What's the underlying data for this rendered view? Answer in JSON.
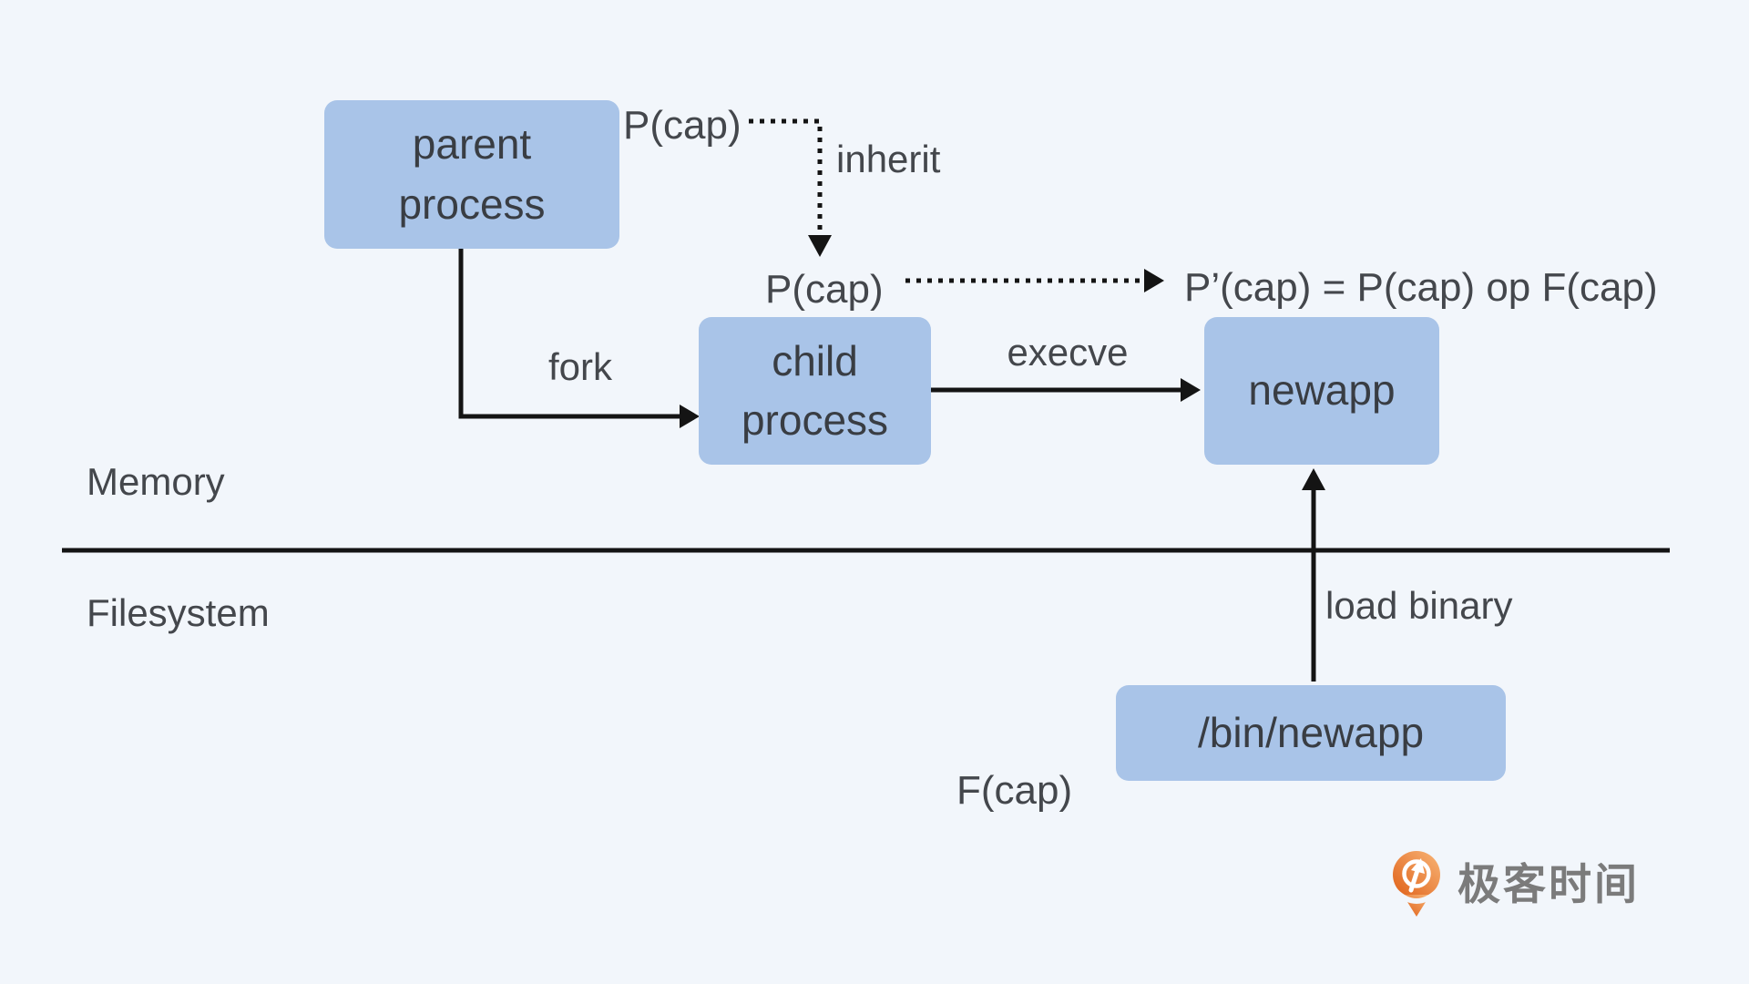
{
  "colors": {
    "background": "#f2f6fb",
    "box_fill": "#a9c4e8",
    "box_text": "#393d43",
    "label_text": "#44474c",
    "line": "#141414",
    "logo_orange_light": "#f8b577",
    "logo_orange_dark": "#df5f16",
    "logo_text": "#7b7b7b"
  },
  "boxes": {
    "parent": {
      "line1": "parent",
      "line2": "process"
    },
    "child": {
      "line1": "child",
      "line2": "process"
    },
    "newapp": {
      "label": "newapp"
    },
    "bin_newapp": {
      "label": "/bin/newapp"
    }
  },
  "labels": {
    "pcap_parent": "P(cap)",
    "inherit": "inherit",
    "pcap_child": "P(cap)",
    "formula": "P’(cap) = P(cap) op F(cap)",
    "fork": "fork",
    "execve": "execve",
    "load_binary": "load binary",
    "fcap": "F(cap)",
    "memory": "Memory",
    "filesystem": "Filesystem"
  },
  "logo": {
    "text": "极客时间"
  }
}
